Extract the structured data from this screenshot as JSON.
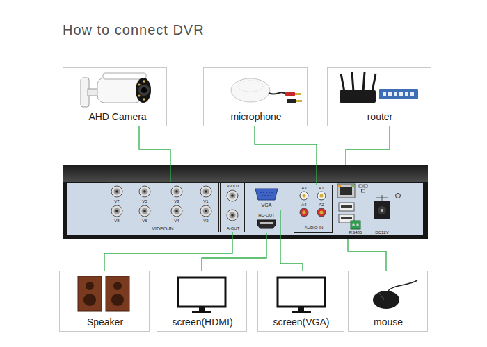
{
  "diagram": {
    "title": "How to connect DVR",
    "nodes": [
      {
        "text": [
          "AHD Camera"
        ]
      },
      {
        "text": [
          "microphone"
        ]
      },
      {
        "text": [
          "router"
        ]
      },
      {
        "text": [
          "RS485",
          "DC12V"
        ]
      },
      {
        "text": [
          "VIDEO-IN"
        ],
        "in": 3
      },
      {
        "text": [
          "V-OUT",
          "A-OUT"
        ],
        "in": 3
      },
      {
        "text": [
          "VGA"
        ],
        "in": 3
      },
      {
        "text": [
          "HD-OUT"
        ],
        "in": 3
      },
      {
        "text": [
          "AUDIO IN"
        ],
        "in": 3
      },
      {
        "text": [
          "Speaker"
        ]
      },
      {
        "text": [
          "screen(HDMI)"
        ]
      },
      {
        "text": [
          "screen(VGA)"
        ]
      },
      {
        "text": [
          "mouse"
        ]
      }
    ],
    "edges": [
      {
        "from": 0,
        "to": 4,
        "arrow": "none"
      },
      {
        "from": 1,
        "to": 8,
        "arrow": "none"
      },
      {
        "from": 2,
        "to": 3,
        "arrow": "none"
      },
      {
        "from": 9,
        "to": 5,
        "arrow": "none"
      },
      {
        "from": 10,
        "to": 7,
        "arrow": "none"
      },
      {
        "from": 11,
        "to": 6,
        "arrow": "none"
      },
      {
        "from": 12,
        "to": 3,
        "arrow": "none"
      }
    ],
    "labels": [
      "V7",
      "V5",
      "V3",
      "V1",
      "V8",
      "V6",
      "V4",
      "V2",
      "A3",
      "A1",
      "A4",
      "A2"
    ]
  }
}
